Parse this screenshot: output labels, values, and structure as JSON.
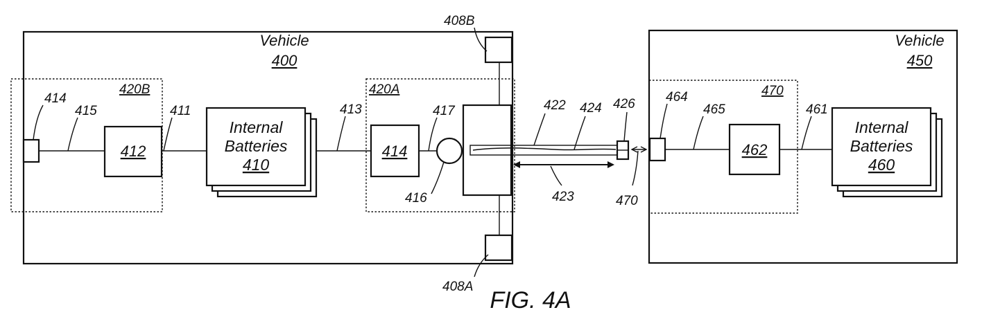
{
  "figure": {
    "caption": "FIG. 4A"
  },
  "vehicle_400": {
    "title": "Vehicle",
    "number": "400",
    "connector_top": "408B",
    "connector_bottom": "408A",
    "region_b": {
      "label": "420B",
      "port": "414",
      "line_a": "415",
      "module": "412",
      "line_b": "411"
    },
    "batteries": {
      "line1": "Internal",
      "line2": "Batteries",
      "number": "410"
    },
    "line_to_region_a": "413",
    "region_a": {
      "label": "420A",
      "module": "414",
      "line": "417",
      "switch": "416"
    }
  },
  "cable": {
    "cable_label": "422",
    "wire_label": "424",
    "plug_label": "426",
    "extension_label": "423",
    "link_label": "470"
  },
  "vehicle_450": {
    "title": "Vehicle",
    "number": "450",
    "region": {
      "label": "470",
      "port": "464",
      "line_a": "465",
      "module": "462",
      "line_b": "461"
    },
    "batteries": {
      "line1": "Internal",
      "line2": "Batteries",
      "number": "460"
    }
  }
}
